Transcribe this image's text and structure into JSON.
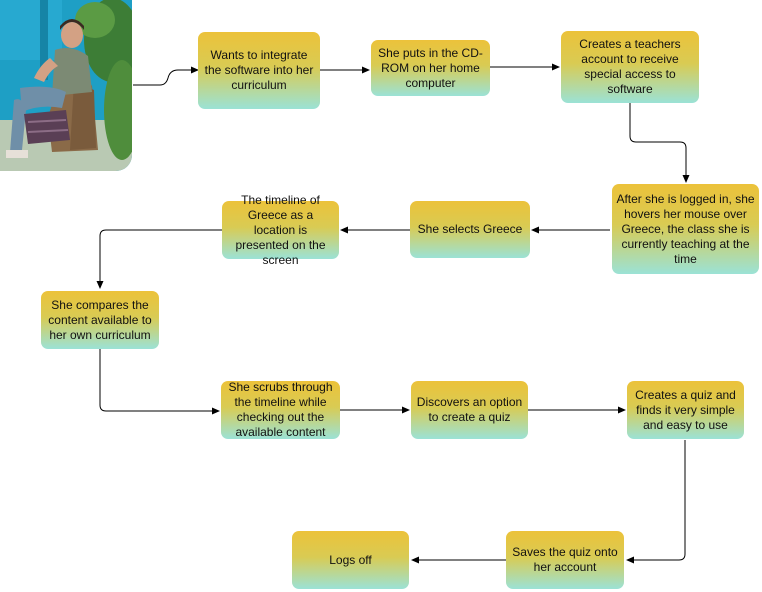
{
  "colors": {
    "box_top": "#ecc23a",
    "box_bottom": "#9be2d6",
    "arrow": "#000000",
    "wall": "#1e9fc5",
    "foliage": "#3d7d36"
  },
  "photo": {
    "subject": "woman-sitting-on-wicker-chair-photo"
  },
  "nodes": [
    {
      "id": "integrate",
      "text": "Wants to integrate the software into her curriculum"
    },
    {
      "id": "cdrom",
      "text": "She puts in the CD-ROM on her home computer"
    },
    {
      "id": "account",
      "text": "Creates a teachers account to receive special access to software"
    },
    {
      "id": "hover",
      "text": "After she is logged in, she hovers her mouse over Greece, the class she is currently teaching at the time"
    },
    {
      "id": "selects",
      "text": "She selects Greece"
    },
    {
      "id": "timeline",
      "text": "The timeline of Greece as a location is presented on the screen"
    },
    {
      "id": "compares",
      "text": "She compares the content available to her own curriculum"
    },
    {
      "id": "scrubs",
      "text": "She scrubs through the timeline while checking out the available content"
    },
    {
      "id": "discovers",
      "text": "Discovers an option to create a quiz"
    },
    {
      "id": "quiz",
      "text": "Creates a quiz and finds it very simple and easy to use"
    },
    {
      "id": "saves",
      "text": "Saves the quiz onto her account"
    },
    {
      "id": "logsoff",
      "text": "Logs off"
    }
  ],
  "edges": [
    [
      "photo",
      "integrate"
    ],
    [
      "integrate",
      "cdrom"
    ],
    [
      "cdrom",
      "account"
    ],
    [
      "account",
      "hover"
    ],
    [
      "hover",
      "selects"
    ],
    [
      "selects",
      "timeline"
    ],
    [
      "timeline",
      "compares"
    ],
    [
      "compares",
      "scrubs"
    ],
    [
      "scrubs",
      "discovers"
    ],
    [
      "discovers",
      "quiz"
    ],
    [
      "quiz",
      "saves"
    ],
    [
      "saves",
      "logsoff"
    ]
  ]
}
